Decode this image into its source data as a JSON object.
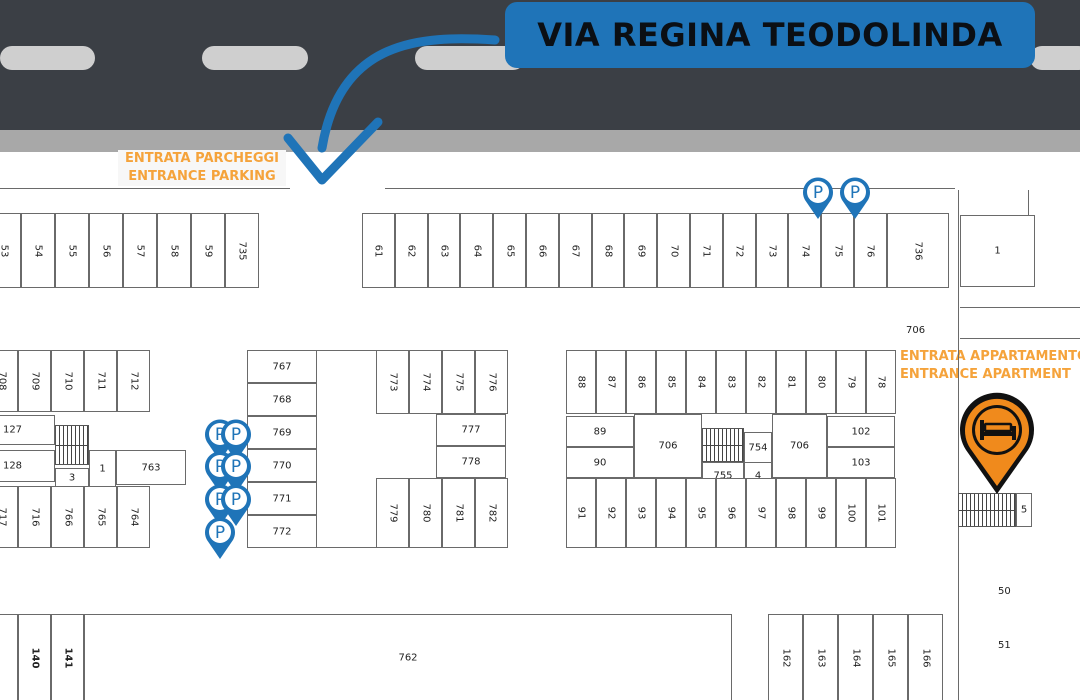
{
  "street": {
    "name": "VIA REGINA TEODOLINDA"
  },
  "entrances": {
    "parking": {
      "line1": "ENTRATA PARCHEGGI",
      "line2": "ENTRANCE PARKING"
    },
    "apartment": {
      "line1": "ENTRATA APPARTAMENTO",
      "line2": "ENTRANCE APARTMENT"
    }
  },
  "parking_pin_letter": "P",
  "colors": {
    "road": "#3b3f45",
    "accent_blue": "#1f74b8",
    "accent_orange": "#f5a33b",
    "pin_orange": "#f08a1c",
    "line": "#6a6a6a"
  },
  "icons": {
    "parking": "parking-pin-icon",
    "apartment": "bed-pin-icon",
    "arrow": "curved-arrow-icon"
  },
  "plots": {
    "row_top_left": [
      "53",
      "54",
      "55",
      "56",
      "57",
      "58",
      "59",
      "735"
    ],
    "row_top_right": [
      "61",
      "62",
      "63",
      "64",
      "65",
      "66",
      "67",
      "68",
      "69",
      "70",
      "71",
      "72",
      "73",
      "74",
      "75",
      "76",
      "736"
    ],
    "right_top": "1",
    "right_road": "706",
    "block_a_top": [
      "708",
      "709",
      "710",
      "711",
      "712"
    ],
    "block_a_mid": [
      "127",
      "128",
      "3",
      "1",
      "763"
    ],
    "block_a_bottom": [
      "717",
      "716",
      "766",
      "765",
      "764"
    ],
    "block_b_left": [
      "767",
      "768",
      "769",
      "770",
      "771",
      "772"
    ],
    "block_b_top": [
      "773",
      "774",
      "775",
      "776"
    ],
    "block_b_right": [
      "777",
      "778"
    ],
    "block_b_bottom": [
      "779",
      "780",
      "781",
      "782"
    ],
    "block_c_top": [
      "88",
      "87",
      "86",
      "85",
      "84",
      "83",
      "82",
      "81",
      "80",
      "79",
      "78"
    ],
    "block_c_left": [
      "89",
      "90"
    ],
    "block_c_center": [
      "706",
      "755",
      "754",
      "4",
      "706"
    ],
    "block_c_right": [
      "102",
      "103"
    ],
    "block_c_bottom": [
      "91",
      "92",
      "93",
      "94",
      "95",
      "96",
      "97",
      "98",
      "99",
      "100",
      "101"
    ],
    "right_mid": [
      "5",
      "50",
      "51"
    ],
    "row_bottom_left": [
      "140",
      "141",
      "762"
    ],
    "row_bottom_right": [
      "162",
      "163",
      "164",
      "165",
      "166"
    ]
  }
}
